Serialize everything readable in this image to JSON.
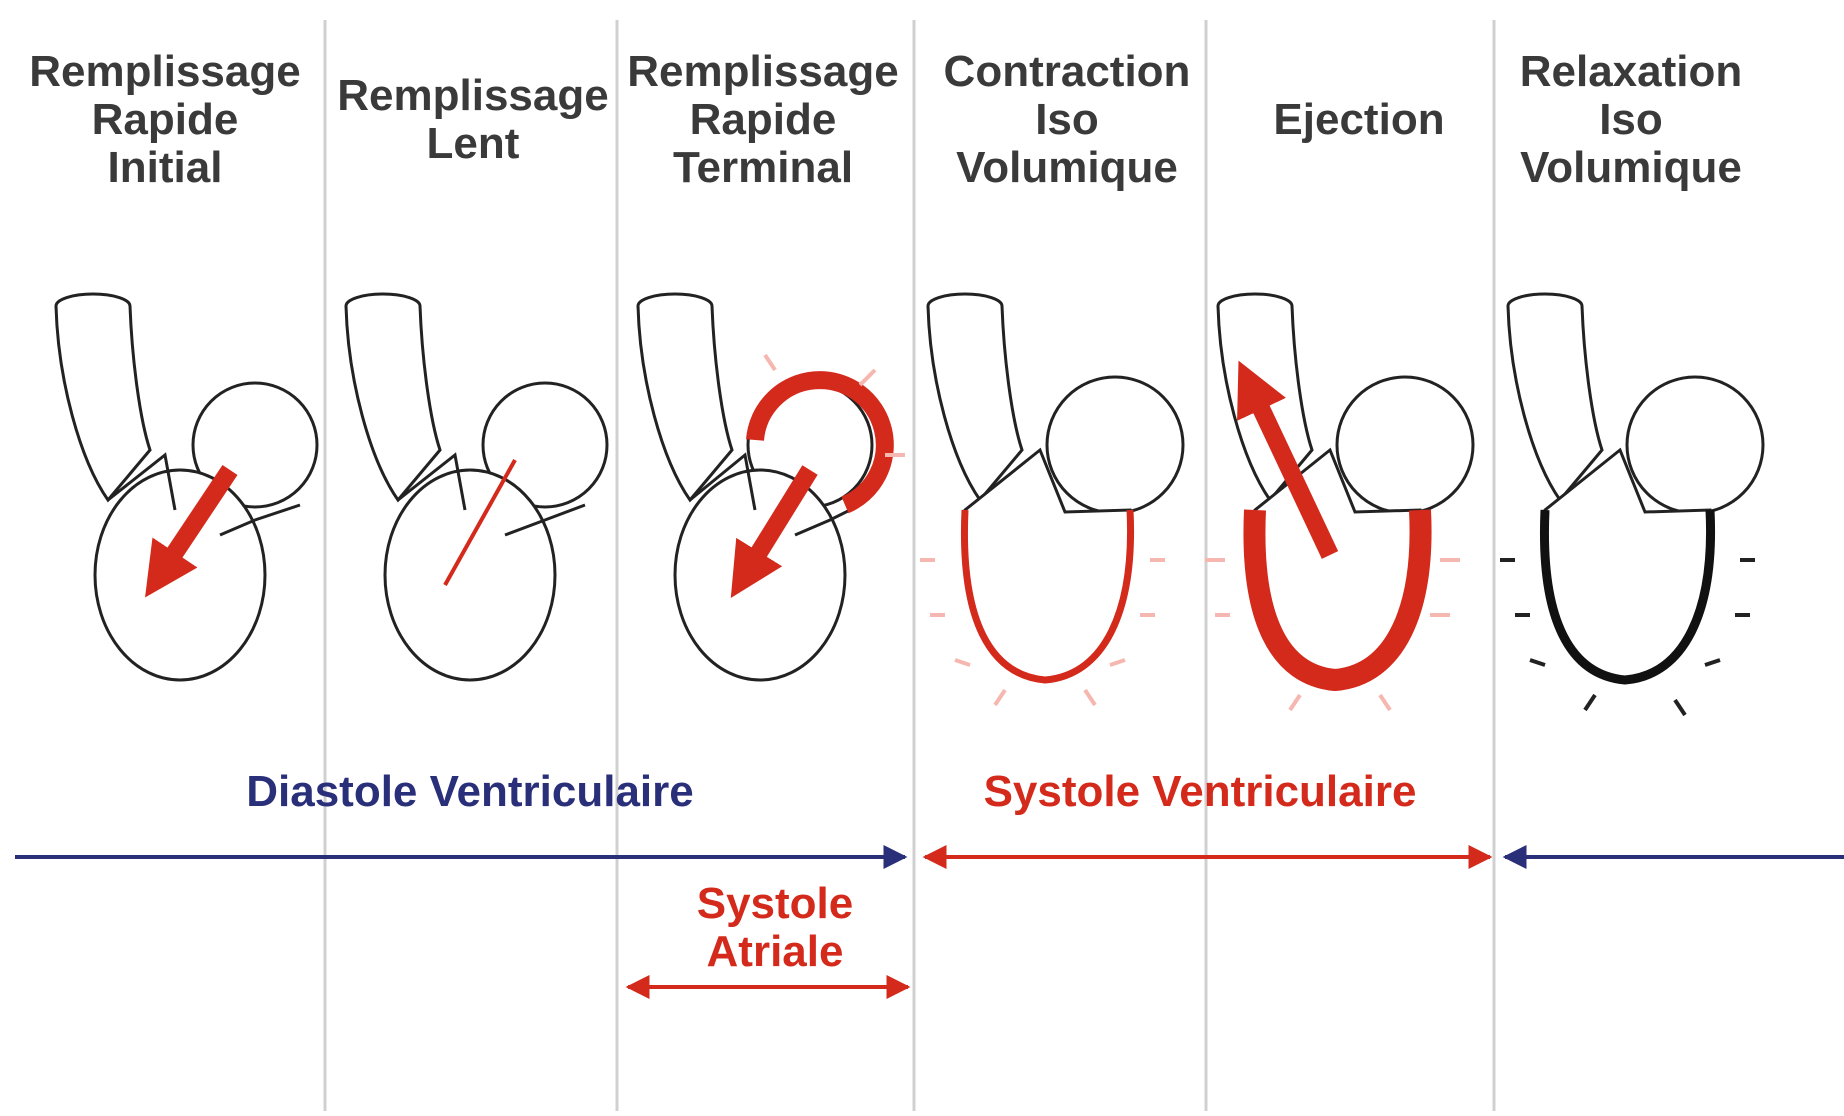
{
  "phases": [
    {
      "lines": [
        "Remplissage",
        "Rapide",
        "Initial"
      ]
    },
    {
      "lines": [
        "Remplissage",
        "Lent",
        ""
      ]
    },
    {
      "lines": [
        "Remplissage",
        "Rapide",
        "Terminal"
      ]
    },
    {
      "lines": [
        "Contraction",
        "Iso",
        "Volumique"
      ]
    },
    {
      "lines": [
        "Ejection",
        "",
        ""
      ]
    },
    {
      "lines": [
        "Relaxation",
        "Iso",
        "Volumique"
      ]
    }
  ],
  "labels": {
    "diastole_ventricular": "Diastole Ventriculaire",
    "systole_ventricular": "Systole Ventriculaire",
    "systole_atrial_line1": "Systole",
    "systole_atrial_line2": "Atriale"
  },
  "colors": {
    "text": "#3a3a3a",
    "diastole": "#2a2f7a",
    "diastole_light": "#b9bfe8",
    "systole": "#d42a1c",
    "systole_light": "#f6b7b0",
    "outline": "#222222",
    "separator": "#d0d0d0"
  }
}
